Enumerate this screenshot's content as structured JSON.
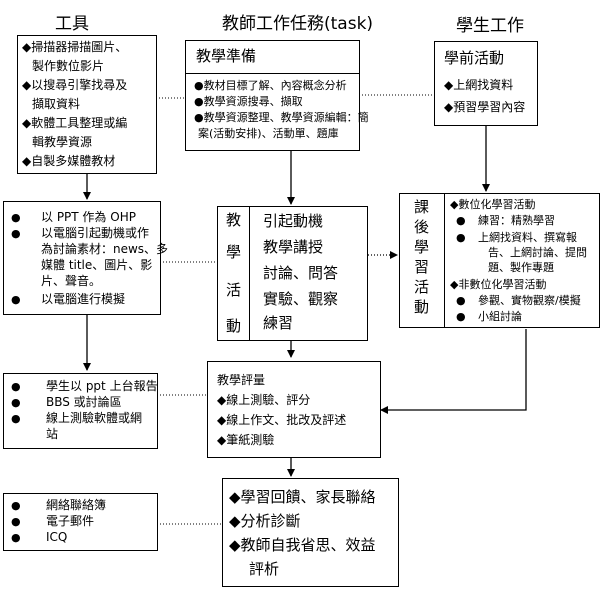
{
  "headers": {
    "tools": "工具",
    "teacher": "教師工作任務(task)",
    "student": "學生工作"
  },
  "tools1": [
    "◆掃描器掃描圖片、",
    "製作數位影片",
    "◆以搜尋引擎找尋及",
    "擷取資料",
    "◆軟體工具整理或編",
    "輯教學資源",
    "◆自製多媒體教材"
  ],
  "prep": {
    "title": "教學準備",
    "items": [
      "●教材目標了解、內容概念分析",
      "●教學資源搜尋、擷取",
      "●教學資源整理、教學資源編輯：簡",
      "案(活動安排)、活動單、題庫"
    ]
  },
  "pre": {
    "title": "學前活動",
    "items": [
      "◆上網找資料",
      "◆預習學習內容"
    ]
  },
  "tools2": [
    "●",
    "以 PPT 作為 OHP",
    "●",
    "以電腦引起動機或作",
    "為討論素材：news、多",
    "媒體 title、圖片、影",
    "片、聲音。",
    "●",
    "以電腦進行模擬"
  ],
  "activity": {
    "label_chars": [
      "教",
      "學",
      "活",
      "動"
    ],
    "lines": [
      "引起動機",
      "教學講授",
      "討論、問答",
      "實驗、觀察",
      "練習"
    ]
  },
  "after": {
    "label_chars": [
      "課",
      "後",
      "學",
      "習",
      "活",
      "動"
    ],
    "lines": [
      "◆數位化學習活動",
      "●",
      "練習：精熟學習",
      "●",
      "上網找資料、撰寫報",
      "告、上網討論、提問",
      "題、製作專題",
      "◆非數位化學習活動",
      "●",
      "參觀、實物觀察/模擬",
      "●",
      "小組討論"
    ]
  },
  "tools3": [
    "●",
    "學生以 ppt 上台報告",
    "●",
    "BBS 或討論區",
    "●",
    "線上測驗軟體或網",
    "站"
  ],
  "eval": {
    "title": "教學評量",
    "items": [
      "◆線上測驗、評分",
      "◆線上作文、批改及評述",
      "◆筆紙測驗"
    ]
  },
  "tools4": [
    "●",
    "網絡聯絡簿",
    "●",
    "電子郵件",
    "●",
    "ICQ"
  ],
  "feedback": [
    "◆學習回饋、家長聯絡",
    "◆分析診斷",
    "◆教師自我省思、效益",
    "評析"
  ]
}
